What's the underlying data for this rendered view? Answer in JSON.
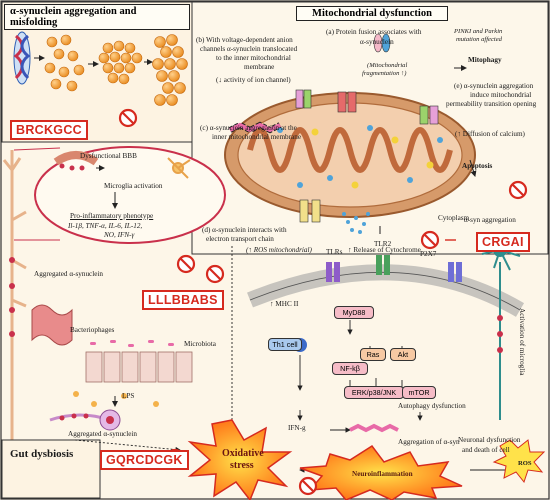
{
  "sections": {
    "alpha_syn_title": "α-synuclein aggregation and misfolding",
    "mito_title": "Mitochondrial dysfunction",
    "gut_title": "Gut dysbiosis"
  },
  "red_labels": {
    "brckgcc": "BRCKGCC",
    "crgai": "CRGAI",
    "lllbbabs": "LLLBBABS",
    "gqrcdcgk": "GQRCDCGK"
  },
  "mito": {
    "a_line1": "(a) Protein fusion associates with",
    "a_line2": "α-synuclein",
    "frag": "(Mitochondrial",
    "frag2": "fragmentation ↑)",
    "pinki": "PINKI and Parkin",
    "pinki2": "mutation affected",
    "mitophagy": "Mitophagy",
    "b_line1": "(b) With voltage-dependent anion",
    "b_line2": "channels α-synuclein translocated",
    "b_line3": "to the inner mitochondrial",
    "b_line4": "membrane",
    "b_line5": "(↓ activity of ion channel)",
    "e_line1": "(e) α-synuclein aggregation",
    "e_line2": "induce mitochondrial",
    "e_line3": "permeability transition opening",
    "calcium": "(↑ Diffusion of calcium)",
    "apoptosis": "Apoptosis",
    "c_line1": "(c) α-synuclein aggregation at the",
    "c_line2": "inner mitochondrial membrane",
    "cytoplasm": "Cytoplasm",
    "d_line1": "(d) α-synuclein interacts with",
    "d_line2": "electron transport chain",
    "d_line3": "(↑ ROS mitochondrial)",
    "cytochrome": "↑ Release of Cytochrome"
  },
  "bbb": {
    "dysfunctional": "Dysfunctional BBB",
    "microglia": "Microglia activation",
    "pro": "Pro-inflammatory phenotype",
    "cytokines1": "Il-1β, TNF-α, IL-6, IL-12,",
    "cytokines2": "NO, IFN-γ"
  },
  "gut": {
    "aggregated": "Aggregated α-synuclein",
    "bacteriophages": "Bacteriophages",
    "microbiota": "Microbiota",
    "lps": "LPS",
    "aggregated2": "Aggregated α-synuclein"
  },
  "signal": {
    "tlrs": "TLRs",
    "tlr2": "TLR2",
    "p2x7": "P2X7",
    "mhc": "↑ MHC II",
    "myd88": "MyD88",
    "th1": "Th1 cell",
    "nfkb": "NF-kβ",
    "ras": "Ras",
    "akt": "Akt",
    "erk": "ERK/p38/JNK",
    "mtor": "mTOR",
    "autophagy": "Autophagy dysfunction",
    "ifng": "IFN-g",
    "aggregation": "Aggregation of α-syn",
    "neuronal1": "Neuronal dysfunction",
    "neuronal2": "and death of cell",
    "neuroinflammation": "Neuroinflammation",
    "oxidative1": "Oxidative",
    "oxidative2": "stress",
    "asyn_agg": "α-syn aggregation",
    "activation": "Activation of microglia",
    "ros": "ROS"
  },
  "colors": {
    "red": "#d62a1f",
    "orange": "#f0992e",
    "mito": "#c98a5c",
    "bg": "#fdf6e8"
  }
}
